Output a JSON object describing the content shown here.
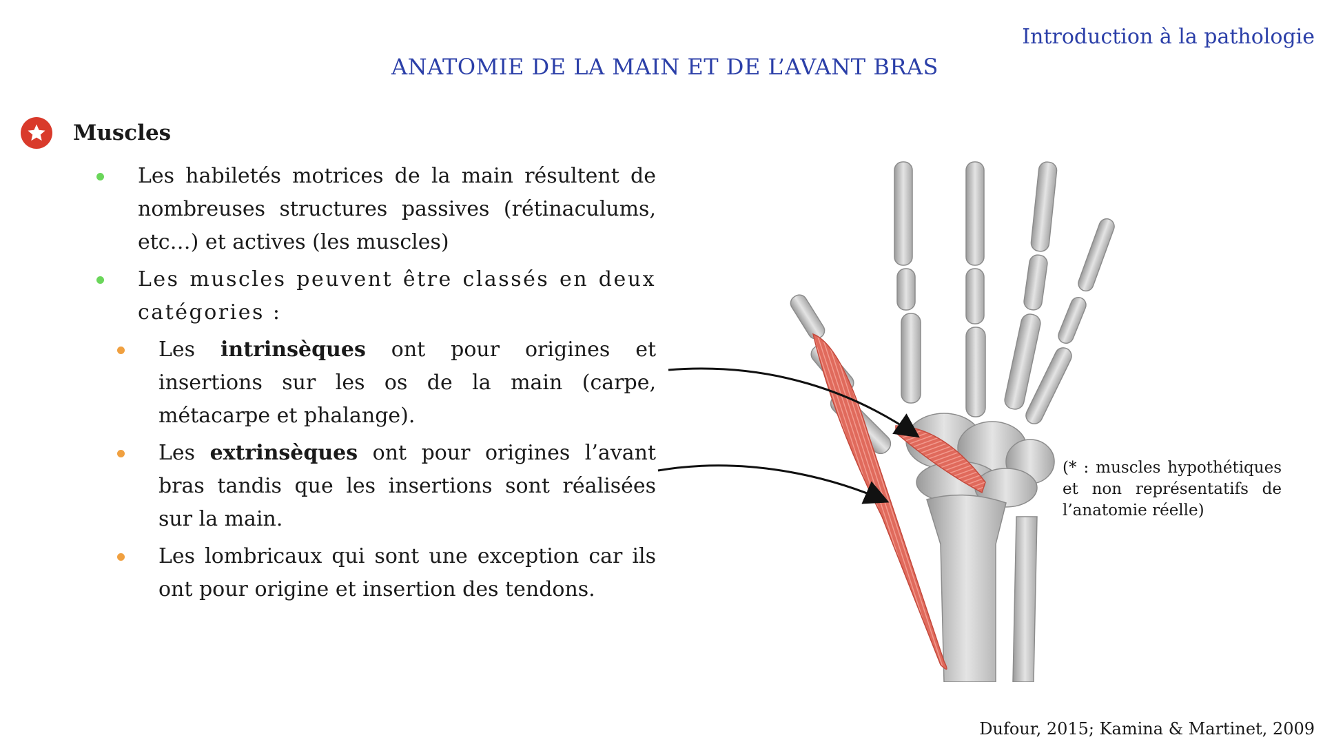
{
  "header": {
    "section_name": "Introduction à la pathologie",
    "title": "ANATOMIE DE LA MAIN ET DE L’AVANT BRAS"
  },
  "section": {
    "icon": "star-icon",
    "title": "Muscles"
  },
  "bullets": [
    {
      "text": "Les habiletés motrices de la main résultent de nombreuses structures passives (rétinaculums, etc…) et actives (les muscles)"
    },
    {
      "text": "Les muscles peuvent être classés en deux catégories :"
    }
  ],
  "sub_bullets": [
    {
      "pre": "Les ",
      "bold": "intrinsèques",
      "post": " ont pour origines et insertions sur les os de la main (carpe, métacarpe et phalange)."
    },
    {
      "pre": "Les ",
      "bold": "extrinsèques",
      "post": " ont pour origines l’avant bras tandis que les insertions sont réalisées sur la main."
    },
    {
      "text": "Les lombricaux qui sont une exception car ils ont pour origine et insertion des tendons."
    }
  ],
  "footnote": "(* : muscles hypothétiques et non représentatifs de l’anatomie réelle)",
  "citation": "Dufour, 2015; Kamina & Martinet, 2009",
  "colors": {
    "accent_blue": "#2b3fa8",
    "star_red": "#d93a2b",
    "bullet_green": "#6ad65a",
    "bullet_orange": "#f0a040",
    "muscle_red": "#e06a5c",
    "bone_gray": "#cfcfcf"
  }
}
